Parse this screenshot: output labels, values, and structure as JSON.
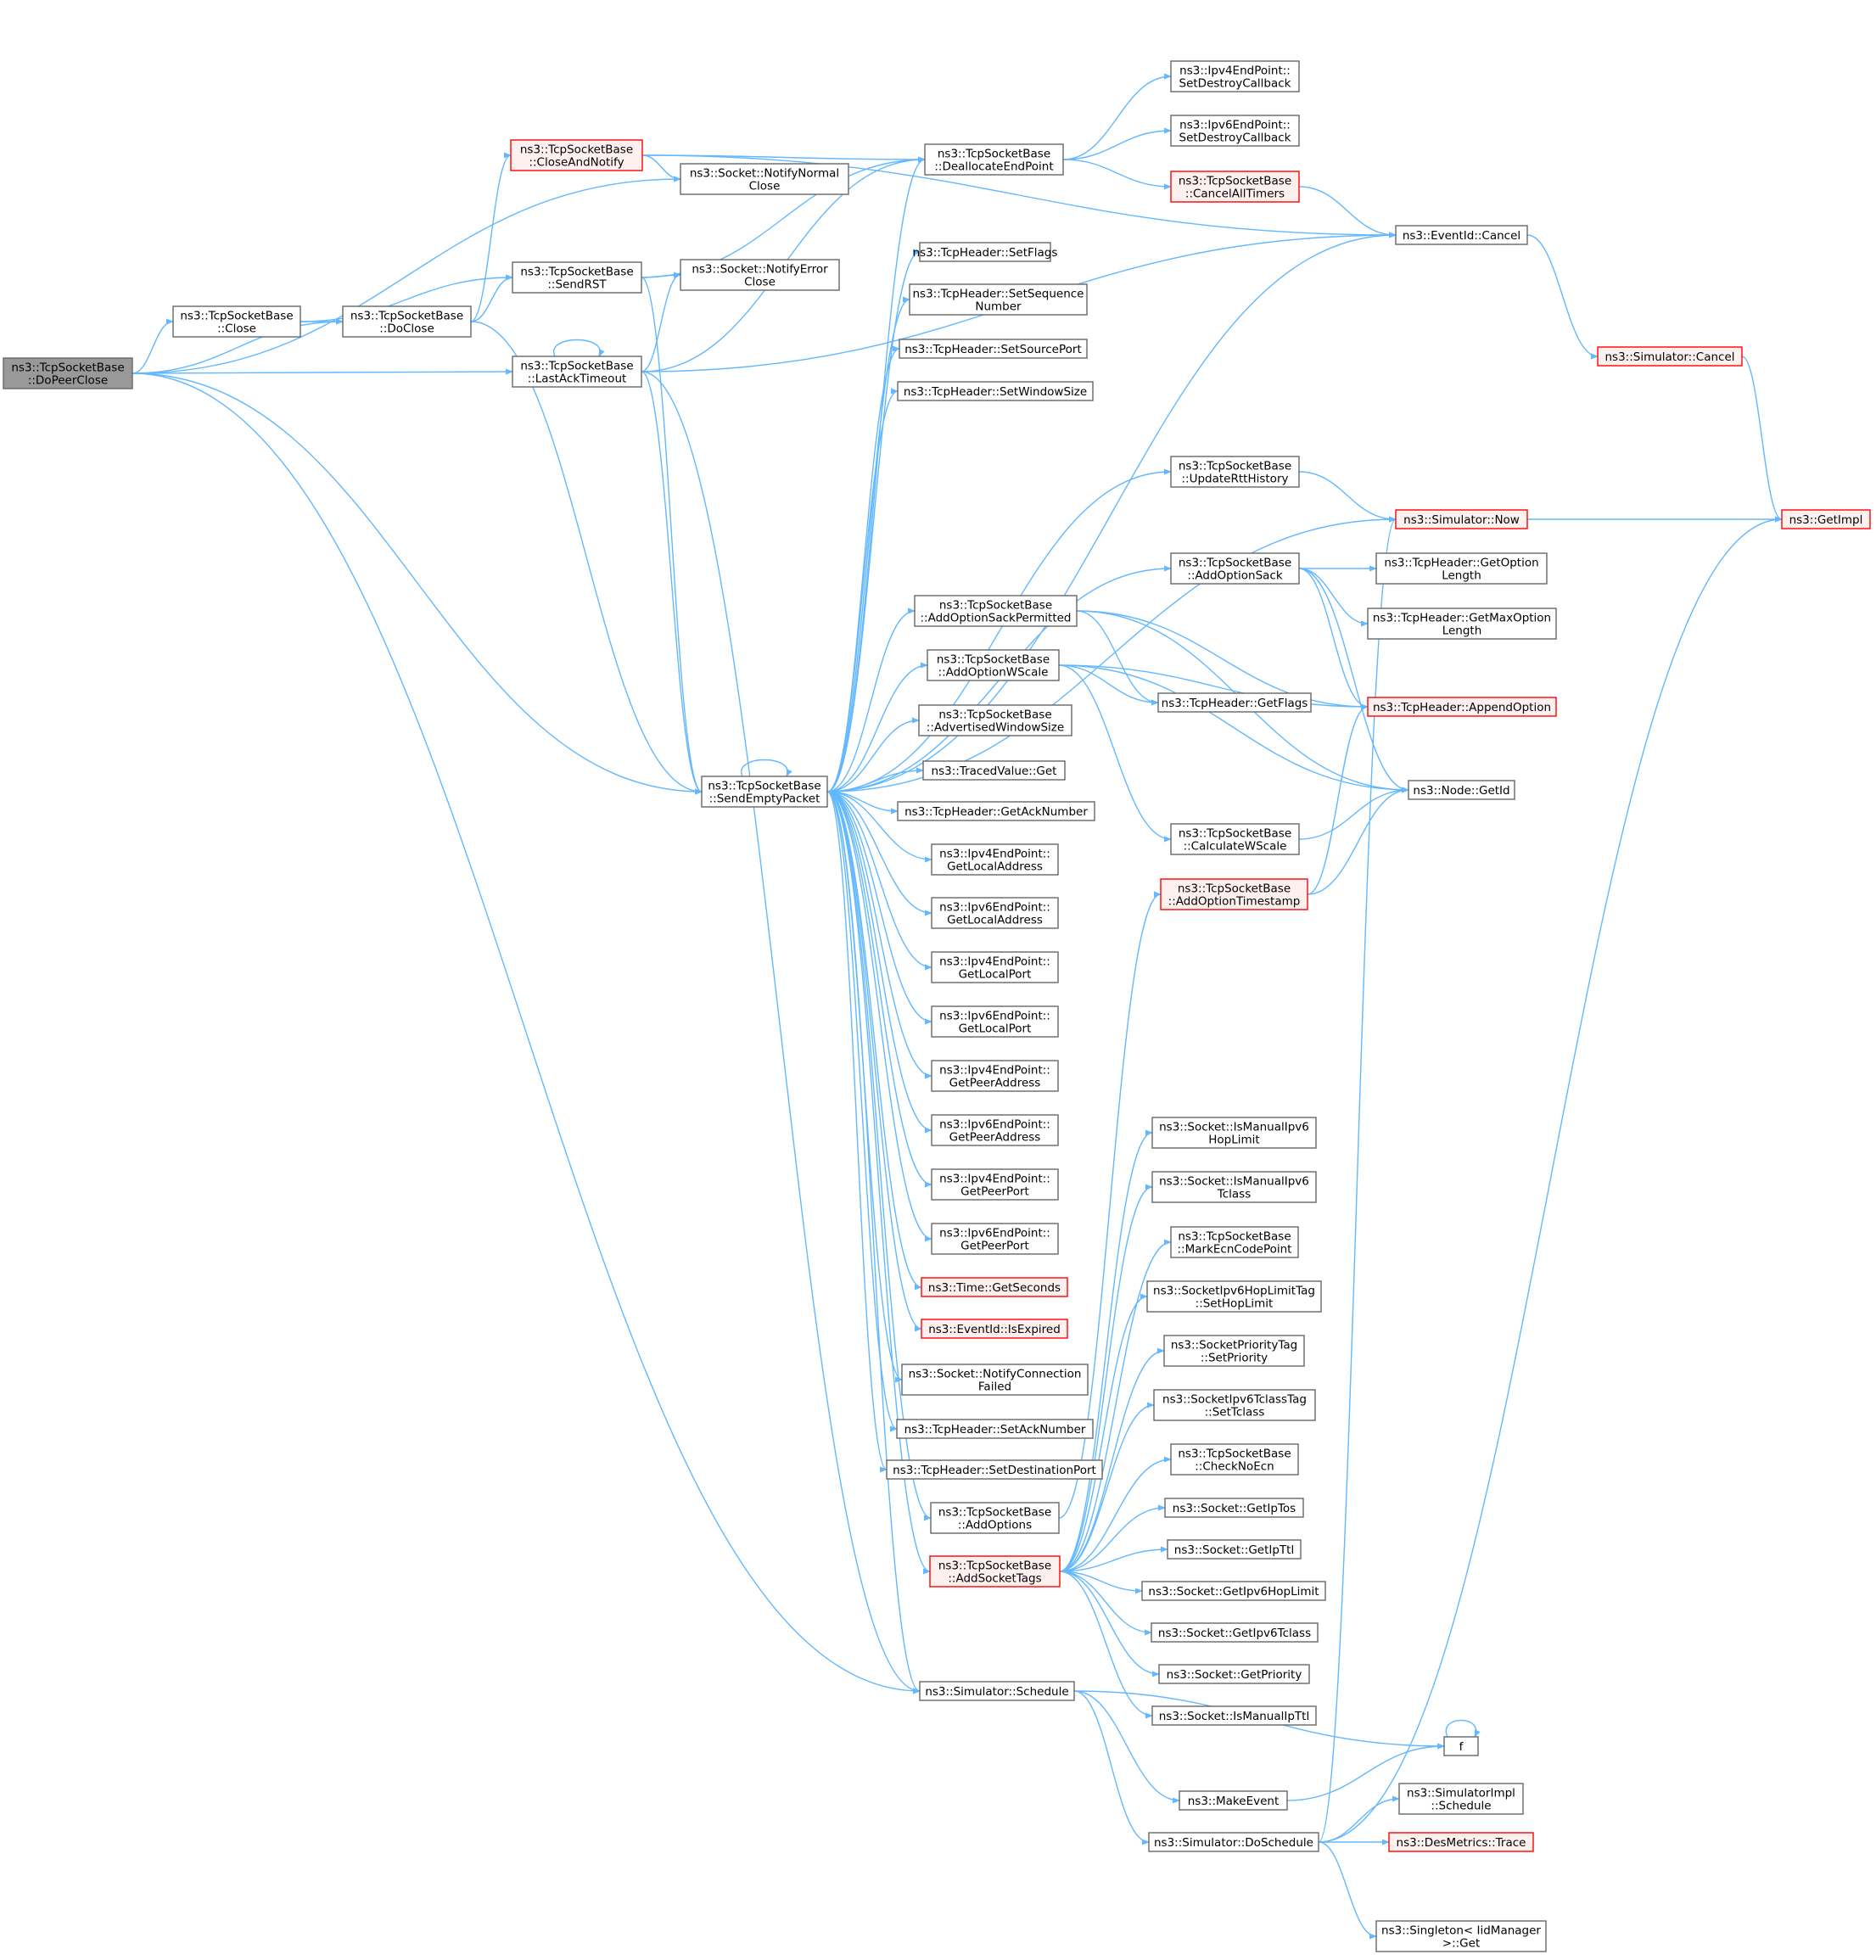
{
  "colors": {
    "edge": "#63b8ff",
    "node_border": "#666666",
    "node_fill": "#ffffff",
    "text": "#000000",
    "root_fill": "#999999",
    "truncated_border": "#ff0000",
    "truncated_fill": "#fff0f0"
  },
  "nodes": [
    {
      "id": "n0",
      "kind": "root",
      "lines": [
        "ns3::TcpSocketBase",
        "::DoPeerClose"
      ]
    },
    {
      "id": "n1",
      "kind": "normal",
      "lines": [
        "ns3::TcpSocketBase",
        "::Close"
      ]
    },
    {
      "id": "n2",
      "kind": "normal",
      "lines": [
        "ns3::TcpSocketBase",
        "::DoClose"
      ]
    },
    {
      "id": "n3",
      "kind": "truncated",
      "lines": [
        "ns3::TcpSocketBase",
        "::CloseAndNotify"
      ]
    },
    {
      "id": "n4",
      "kind": "normal",
      "lines": [
        "ns3::Socket::NotifyNormal",
        "Close"
      ]
    },
    {
      "id": "n5",
      "kind": "normal",
      "lines": [
        "ns3::TcpSocketBase",
        "::SendRST"
      ]
    },
    {
      "id": "n6",
      "kind": "normal",
      "lines": [
        "ns3::Socket::NotifyError",
        "Close"
      ]
    },
    {
      "id": "n7",
      "kind": "normal",
      "lines": [
        "ns3::TcpSocketBase",
        "::LastAckTimeout"
      ]
    },
    {
      "id": "n8",
      "kind": "normal",
      "lines": [
        "ns3::TcpSocketBase",
        "::SendEmptyPacket"
      ]
    },
    {
      "id": "n9",
      "kind": "normal",
      "lines": [
        "ns3::Simulator::Schedule"
      ]
    },
    {
      "id": "n10",
      "kind": "normal",
      "lines": [
        "ns3::TcpSocketBase",
        "::DeallocateEndPoint"
      ]
    },
    {
      "id": "n11",
      "kind": "normal",
      "lines": [
        "ns3::TcpHeader::SetFlags"
      ]
    },
    {
      "id": "n12",
      "kind": "normal",
      "lines": [
        "ns3::TcpHeader::SetSequence",
        "Number"
      ]
    },
    {
      "id": "n13",
      "kind": "normal",
      "lines": [
        "ns3::TcpHeader::SetSourcePort"
      ]
    },
    {
      "id": "n14",
      "kind": "normal",
      "lines": [
        "ns3::TcpHeader::SetWindowSize"
      ]
    },
    {
      "id": "n15",
      "kind": "normal",
      "lines": [
        "ns3::TcpSocketBase",
        "::AddOptionSackPermitted"
      ]
    },
    {
      "id": "n16",
      "kind": "normal",
      "lines": [
        "ns3::TcpSocketBase",
        "::AddOptionWScale"
      ]
    },
    {
      "id": "n17",
      "kind": "normal",
      "lines": [
        "ns3::TcpSocketBase",
        "::AdvertisedWindowSize"
      ]
    },
    {
      "id": "n18",
      "kind": "normal",
      "lines": [
        "ns3::TracedValue::Get"
      ]
    },
    {
      "id": "n19",
      "kind": "normal",
      "lines": [
        "ns3::TcpHeader::GetAckNumber"
      ]
    },
    {
      "id": "n20",
      "kind": "normal",
      "lines": [
        "ns3::Ipv4EndPoint::",
        "GetLocalAddress"
      ]
    },
    {
      "id": "n21",
      "kind": "normal",
      "lines": [
        "ns3::Ipv6EndPoint::",
        "GetLocalAddress"
      ]
    },
    {
      "id": "n22",
      "kind": "normal",
      "lines": [
        "ns3::Ipv4EndPoint::",
        "GetLocalPort"
      ]
    },
    {
      "id": "n23",
      "kind": "normal",
      "lines": [
        "ns3::Ipv6EndPoint::",
        "GetLocalPort"
      ]
    },
    {
      "id": "n24",
      "kind": "normal",
      "lines": [
        "ns3::Ipv4EndPoint::",
        "GetPeerAddress"
      ]
    },
    {
      "id": "n25",
      "kind": "normal",
      "lines": [
        "ns3::Ipv6EndPoint::",
        "GetPeerAddress"
      ]
    },
    {
      "id": "n26",
      "kind": "normal",
      "lines": [
        "ns3::Ipv4EndPoint::",
        "GetPeerPort"
      ]
    },
    {
      "id": "n27",
      "kind": "normal",
      "lines": [
        "ns3::Ipv6EndPoint::",
        "GetPeerPort"
      ]
    },
    {
      "id": "n28",
      "kind": "truncated",
      "lines": [
        "ns3::Time::GetSeconds"
      ]
    },
    {
      "id": "n29",
      "kind": "truncated",
      "lines": [
        "ns3::EventId::IsExpired"
      ]
    },
    {
      "id": "n30",
      "kind": "normal",
      "lines": [
        "ns3::Socket::NotifyConnection",
        "Failed"
      ]
    },
    {
      "id": "n31",
      "kind": "normal",
      "lines": [
        "ns3::TcpHeader::SetAckNumber"
      ]
    },
    {
      "id": "n32",
      "kind": "normal",
      "lines": [
        "ns3::TcpHeader::SetDestinationPort"
      ]
    },
    {
      "id": "n33",
      "kind": "normal",
      "lines": [
        "ns3::TcpSocketBase",
        "::AddOptions"
      ]
    },
    {
      "id": "n34",
      "kind": "truncated",
      "lines": [
        "ns3::TcpSocketBase",
        "::AddSocketTags"
      ]
    },
    {
      "id": "n35",
      "kind": "normal",
      "lines": [
        "ns3::Ipv4EndPoint::",
        "SetDestroyCallback"
      ]
    },
    {
      "id": "n36",
      "kind": "normal",
      "lines": [
        "ns3::Ipv6EndPoint::",
        "SetDestroyCallback"
      ]
    },
    {
      "id": "n37",
      "kind": "truncated",
      "lines": [
        "ns3::TcpSocketBase",
        "::CancelAllTimers"
      ]
    },
    {
      "id": "n38",
      "kind": "normal",
      "lines": [
        "ns3::TcpSocketBase",
        "::UpdateRttHistory"
      ]
    },
    {
      "id": "n39",
      "kind": "normal",
      "lines": [
        "ns3::TcpSocketBase",
        "::AddOptionSack"
      ]
    },
    {
      "id": "n40",
      "kind": "normal",
      "lines": [
        "ns3::TcpHeader::GetFlags"
      ]
    },
    {
      "id": "n41",
      "kind": "normal",
      "lines": [
        "ns3::TcpSocketBase",
        "::CalculateWScale"
      ]
    },
    {
      "id": "n42",
      "kind": "truncated",
      "lines": [
        "ns3::TcpSocketBase",
        "::AddOptionTimestamp"
      ]
    },
    {
      "id": "n43",
      "kind": "normal",
      "lines": [
        "ns3::Socket::IsManualIpv6",
        "HopLimit"
      ]
    },
    {
      "id": "n44",
      "kind": "normal",
      "lines": [
        "ns3::Socket::IsManualIpv6",
        "Tclass"
      ]
    },
    {
      "id": "n45",
      "kind": "normal",
      "lines": [
        "ns3::TcpSocketBase",
        "::MarkEcnCodePoint"
      ]
    },
    {
      "id": "n46",
      "kind": "normal",
      "lines": [
        "ns3::SocketIpv6HopLimitTag",
        "::SetHopLimit"
      ]
    },
    {
      "id": "n47",
      "kind": "normal",
      "lines": [
        "ns3::SocketPriorityTag",
        "::SetPriority"
      ]
    },
    {
      "id": "n48",
      "kind": "normal",
      "lines": [
        "ns3::SocketIpv6TclassTag",
        "::SetTclass"
      ]
    },
    {
      "id": "n49",
      "kind": "normal",
      "lines": [
        "ns3::TcpSocketBase",
        "::CheckNoEcn"
      ]
    },
    {
      "id": "n50",
      "kind": "normal",
      "lines": [
        "ns3::Socket::GetIpTos"
      ]
    },
    {
      "id": "n51",
      "kind": "normal",
      "lines": [
        "ns3::Socket::GetIpTtl"
      ]
    },
    {
      "id": "n52",
      "kind": "normal",
      "lines": [
        "ns3::Socket::GetIpv6HopLimit"
      ]
    },
    {
      "id": "n53",
      "kind": "normal",
      "lines": [
        "ns3::Socket::GetIpv6Tclass"
      ]
    },
    {
      "id": "n54",
      "kind": "normal",
      "lines": [
        "ns3::Socket::GetPriority"
      ]
    },
    {
      "id": "n55",
      "kind": "normal",
      "lines": [
        "ns3::Socket::IsManualIpTtl"
      ]
    },
    {
      "id": "n56",
      "kind": "normal",
      "lines": [
        "ns3::MakeEvent"
      ]
    },
    {
      "id": "n57",
      "kind": "normal",
      "lines": [
        "ns3::Simulator::DoSchedule"
      ]
    },
    {
      "id": "n58",
      "kind": "normal",
      "lines": [
        "ns3::EventId::Cancel"
      ]
    },
    {
      "id": "n59",
      "kind": "truncated",
      "lines": [
        "ns3::Simulator::Now"
      ]
    },
    {
      "id": "n60",
      "kind": "normal",
      "lines": [
        "ns3::TcpHeader::GetOption",
        "Length"
      ]
    },
    {
      "id": "n61",
      "kind": "normal",
      "lines": [
        "ns3::TcpHeader::GetMaxOption",
        "Length"
      ]
    },
    {
      "id": "n62",
      "kind": "truncated",
      "lines": [
        "ns3::TcpHeader::AppendOption"
      ]
    },
    {
      "id": "n63",
      "kind": "normal",
      "lines": [
        "ns3::Node::GetId"
      ]
    },
    {
      "id": "n64",
      "kind": "normal",
      "lines": [
        "f"
      ]
    },
    {
      "id": "n65",
      "kind": "normal",
      "lines": [
        "ns3::SimulatorImpl",
        "::Schedule"
      ]
    },
    {
      "id": "n66",
      "kind": "truncated",
      "lines": [
        "ns3::DesMetrics::Trace"
      ]
    },
    {
      "id": "n67",
      "kind": "normal",
      "lines": [
        "ns3::Singleton< IidManager",
        ">::Get"
      ]
    },
    {
      "id": "n68",
      "kind": "truncated",
      "lines": [
        "ns3::Simulator::Cancel"
      ]
    },
    {
      "id": "n69",
      "kind": "truncated",
      "lines": [
        "ns3::GetImpl"
      ]
    }
  ],
  "edges": [
    [
      "n0",
      "n1"
    ],
    [
      "n0",
      "n2"
    ],
    [
      "n0",
      "n4"
    ],
    [
      "n0",
      "n7"
    ],
    [
      "n0",
      "n8"
    ],
    [
      "n0",
      "n9"
    ],
    [
      "n1",
      "n2"
    ],
    [
      "n1",
      "n5"
    ],
    [
      "n2",
      "n3"
    ],
    [
      "n2",
      "n5"
    ],
    [
      "n2",
      "n8"
    ],
    [
      "n3",
      "n10"
    ],
    [
      "n3",
      "n4"
    ],
    [
      "n3",
      "n58"
    ],
    [
      "n5",
      "n6"
    ],
    [
      "n5",
      "n10"
    ],
    [
      "n5",
      "n8"
    ],
    [
      "n7",
      "n7"
    ],
    [
      "n7",
      "n6"
    ],
    [
      "n7",
      "n10"
    ],
    [
      "n7",
      "n58"
    ],
    [
      "n7",
      "n8"
    ],
    [
      "n7",
      "n9"
    ],
    [
      "n8",
      "n8"
    ],
    [
      "n8",
      "n10"
    ],
    [
      "n8",
      "n11"
    ],
    [
      "n8",
      "n12"
    ],
    [
      "n8",
      "n13"
    ],
    [
      "n8",
      "n14"
    ],
    [
      "n8",
      "n58"
    ],
    [
      "n8",
      "n38"
    ],
    [
      "n8",
      "n59"
    ],
    [
      "n8",
      "n39"
    ],
    [
      "n8",
      "n15"
    ],
    [
      "n8",
      "n16"
    ],
    [
      "n8",
      "n17"
    ],
    [
      "n8",
      "n18"
    ],
    [
      "n8",
      "n19"
    ],
    [
      "n8",
      "n20"
    ],
    [
      "n8",
      "n21"
    ],
    [
      "n8",
      "n22"
    ],
    [
      "n8",
      "n23"
    ],
    [
      "n8",
      "n24"
    ],
    [
      "n8",
      "n25"
    ],
    [
      "n8",
      "n26"
    ],
    [
      "n8",
      "n27"
    ],
    [
      "n8",
      "n28"
    ],
    [
      "n8",
      "n29"
    ],
    [
      "n8",
      "n30"
    ],
    [
      "n8",
      "n31"
    ],
    [
      "n8",
      "n32"
    ],
    [
      "n8",
      "n33"
    ],
    [
      "n8",
      "n34"
    ],
    [
      "n8",
      "n9"
    ],
    [
      "n10",
      "n35"
    ],
    [
      "n10",
      "n36"
    ],
    [
      "n10",
      "n37"
    ],
    [
      "n37",
      "n58"
    ],
    [
      "n58",
      "n68"
    ],
    [
      "n68",
      "n69"
    ],
    [
      "n59",
      "n69"
    ],
    [
      "n38",
      "n59"
    ],
    [
      "n39",
      "n60"
    ],
    [
      "n39",
      "n61"
    ],
    [
      "n39",
      "n62"
    ],
    [
      "n39",
      "n63"
    ],
    [
      "n15",
      "n40"
    ],
    [
      "n15",
      "n62"
    ],
    [
      "n15",
      "n63"
    ],
    [
      "n16",
      "n40"
    ],
    [
      "n16",
      "n41"
    ],
    [
      "n16",
      "n62"
    ],
    [
      "n16",
      "n63"
    ],
    [
      "n41",
      "n63"
    ],
    [
      "n33",
      "n42"
    ],
    [
      "n42",
      "n62"
    ],
    [
      "n42",
      "n63"
    ],
    [
      "n34",
      "n43"
    ],
    [
      "n34",
      "n44"
    ],
    [
      "n34",
      "n45"
    ],
    [
      "n34",
      "n46"
    ],
    [
      "n34",
      "n47"
    ],
    [
      "n34",
      "n48"
    ],
    [
      "n34",
      "n49"
    ],
    [
      "n34",
      "n50"
    ],
    [
      "n34",
      "n51"
    ],
    [
      "n34",
      "n52"
    ],
    [
      "n34",
      "n53"
    ],
    [
      "n34",
      "n54"
    ],
    [
      "n34",
      "n55"
    ],
    [
      "n9",
      "n64"
    ],
    [
      "n9",
      "n56"
    ],
    [
      "n9",
      "n57"
    ],
    [
      "n64",
      "n64"
    ],
    [
      "n56",
      "n64"
    ],
    [
      "n57",
      "n65"
    ],
    [
      "n57",
      "n66"
    ],
    [
      "n57",
      "n67"
    ],
    [
      "n57",
      "n59"
    ],
    [
      "n57",
      "n69"
    ]
  ]
}
